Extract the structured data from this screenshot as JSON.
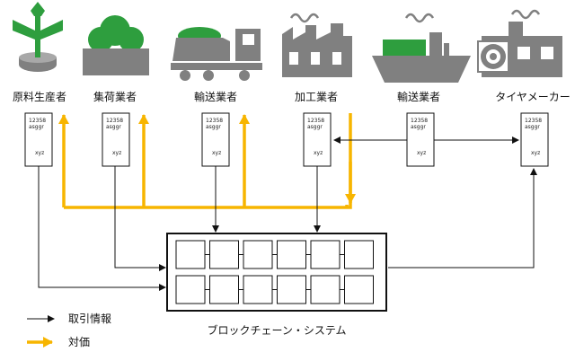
{
  "actors": [
    {
      "id": "producer",
      "label": "原料生産者"
    },
    {
      "id": "collector",
      "label": "集荷業者"
    },
    {
      "id": "shipper1",
      "label": "輸送業者"
    },
    {
      "id": "processor",
      "label": "加工業者"
    },
    {
      "id": "shipper2",
      "label": "輸送業者"
    },
    {
      "id": "tiremaker",
      "label": "タイヤメーカー"
    }
  ],
  "document": {
    "line1": "12358",
    "line2": "asggr",
    "line3": "xyz"
  },
  "blockchain": {
    "label": "ブロックチェーン・システム",
    "rows": 2,
    "cols": 6
  },
  "legend": [
    {
      "id": "info",
      "label": "取引情報",
      "color": "#111111"
    },
    {
      "id": "payment",
      "label": "対価",
      "color": "#f7b500"
    }
  ],
  "colors": {
    "icon_gray": "#808080",
    "icon_green": "#2e9e3e",
    "payment": "#f7b500",
    "line": "#111111"
  }
}
